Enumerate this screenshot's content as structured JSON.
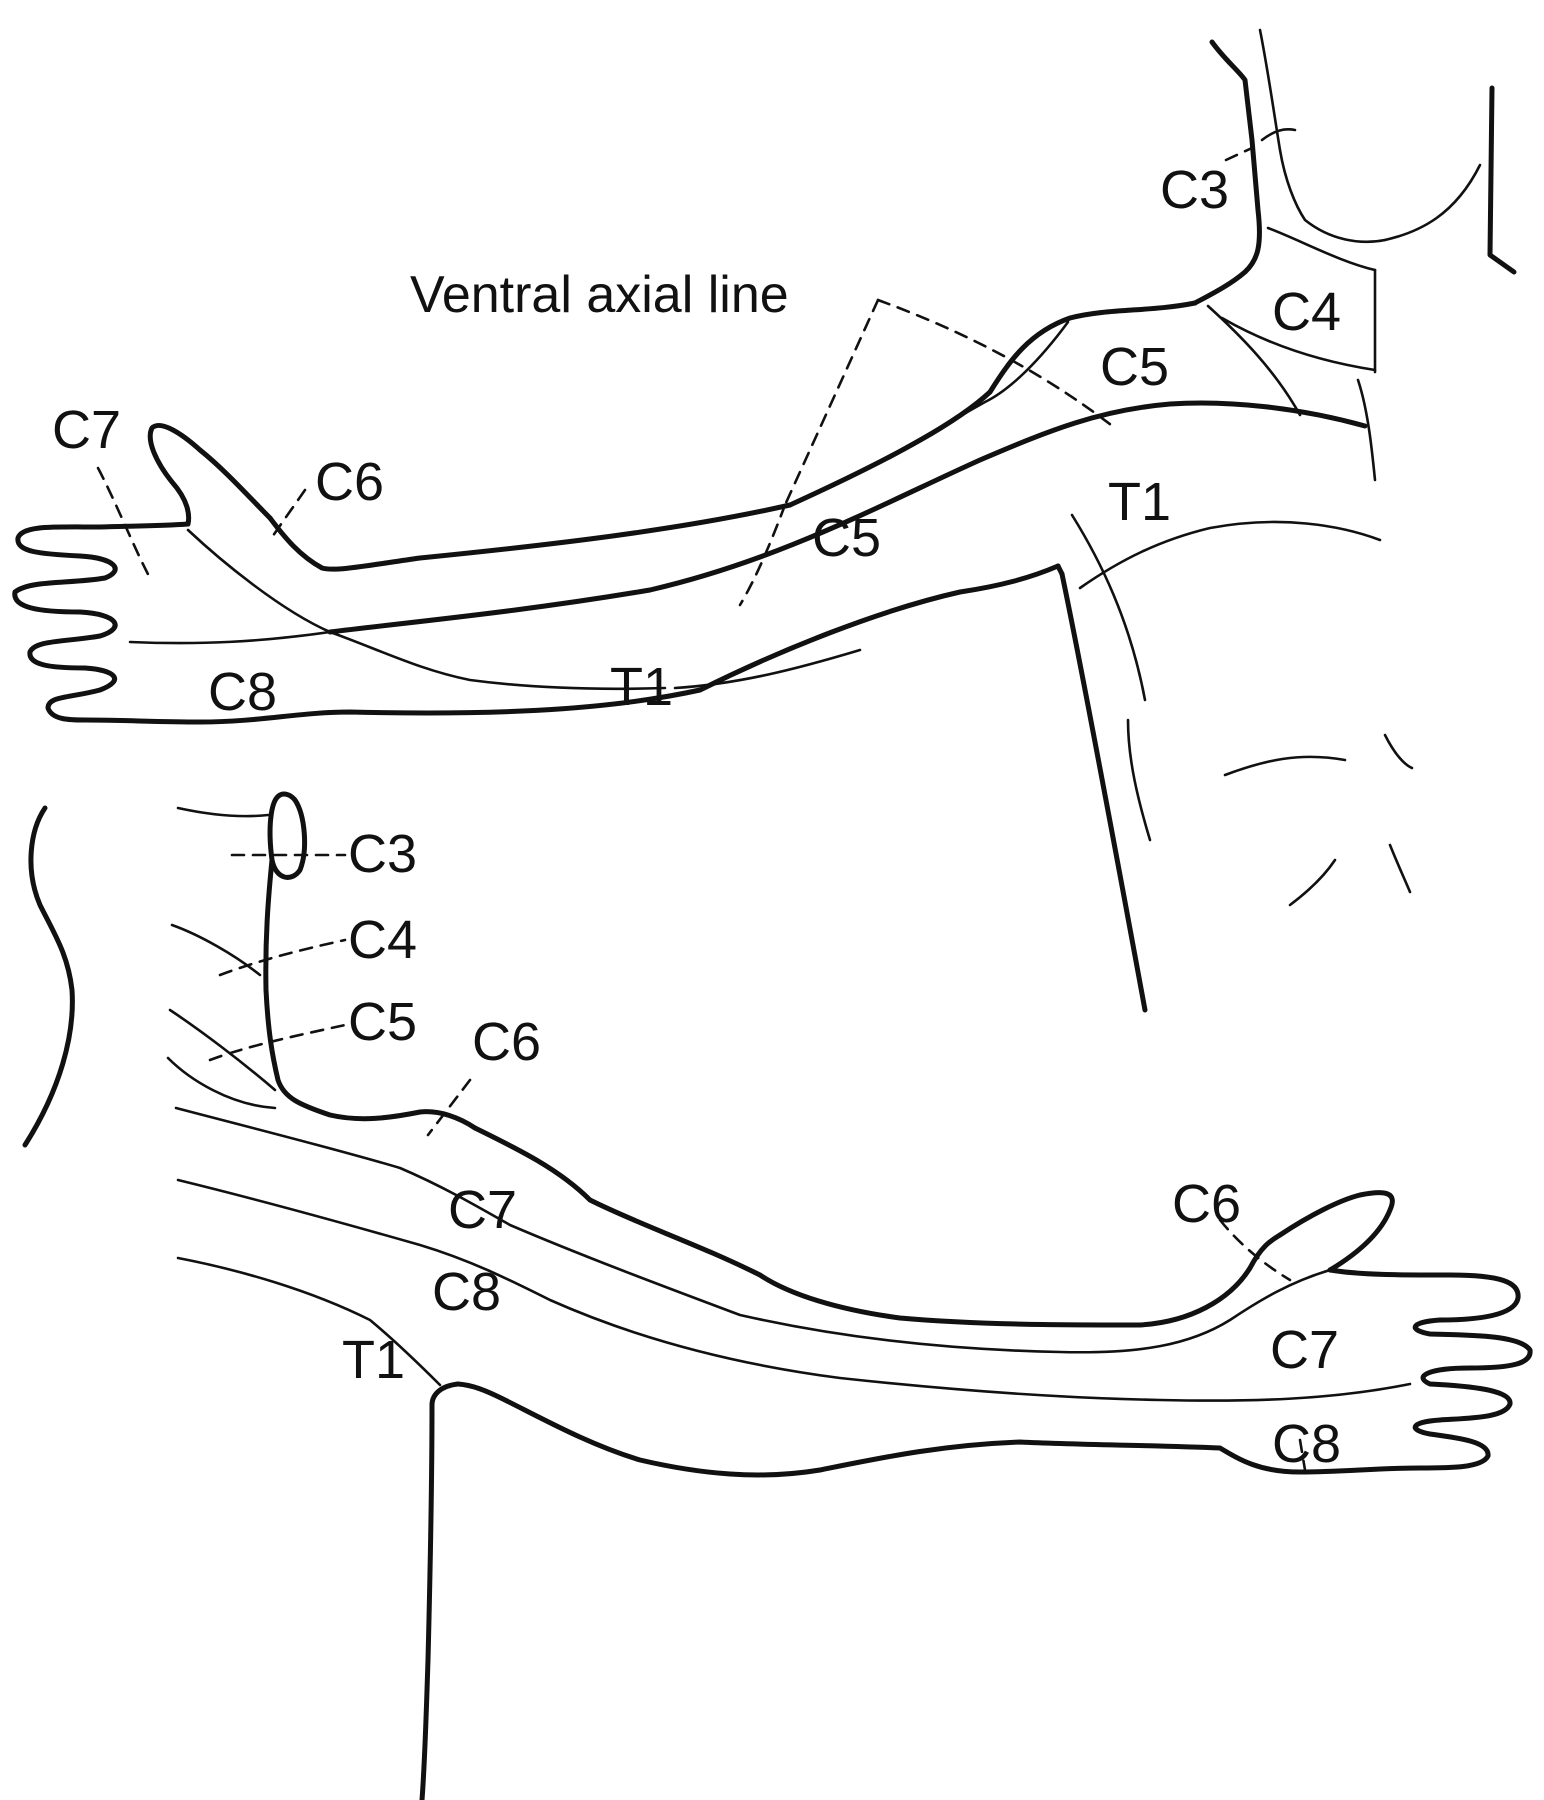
{
  "front_view": {
    "annotation": "Ventral axial line",
    "labels": {
      "c3": "C3",
      "c4": "C4",
      "c5_shoulder": "C5",
      "c5_forearm": "C5",
      "t1_arm": "T1",
      "t1_forearm": "T1",
      "c6": "C6",
      "c7": "C7",
      "c8": "C8"
    }
  },
  "back_view": {
    "labels": {
      "c3": "C3",
      "c4": "C4",
      "c5": "C5",
      "c6_shoulder": "C6",
      "c7_arm": "C7",
      "c8_arm": "C8",
      "t1": "T1",
      "c6_thumb": "C6",
      "c7_hand": "C7",
      "c8_hand": "C8"
    }
  }
}
